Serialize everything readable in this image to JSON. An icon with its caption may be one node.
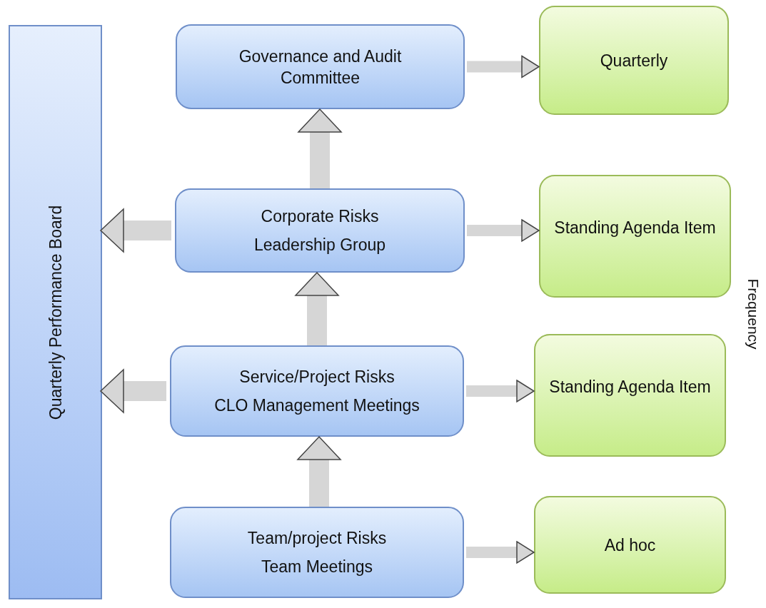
{
  "diagram": {
    "nodes": [
      {
        "text": [
          "Quarterly Performance Board"
        ]
      },
      {
        "text": [
          "Governance and Audit Committee"
        ]
      },
      {
        "text": [
          "Corporate Risks",
          "Leadership Group"
        ]
      },
      {
        "text": [
          "Service/Project Risks",
          "CLO Management Meetings"
        ]
      },
      {
        "text": [
          "Team/project Risks",
          "Team Meetings"
        ]
      },
      {
        "text": [
          "Quarterly"
        ]
      },
      {
        "text": [
          "Standing Agenda Item"
        ]
      },
      {
        "text": [
          "Standing Agenda Item"
        ]
      },
      {
        "text": [
          "Ad hoc"
        ]
      }
    ],
    "edges": [
      {
        "from": 2,
        "to": 1,
        "arrow": "to"
      },
      {
        "from": 3,
        "to": 2,
        "arrow": "to"
      },
      {
        "from": 4,
        "to": 3,
        "arrow": "to"
      },
      {
        "from": 2,
        "to": 0,
        "arrow": "to"
      },
      {
        "from": 3,
        "to": 0,
        "arrow": "to"
      },
      {
        "from": 1,
        "to": 5,
        "arrow": "to"
      },
      {
        "from": 2,
        "to": 6,
        "arrow": "to"
      },
      {
        "from": 3,
        "to": 7,
        "arrow": "to"
      },
      {
        "from": 4,
        "to": 8,
        "arrow": "to"
      }
    ],
    "labels": [
      "Frequency"
    ]
  }
}
